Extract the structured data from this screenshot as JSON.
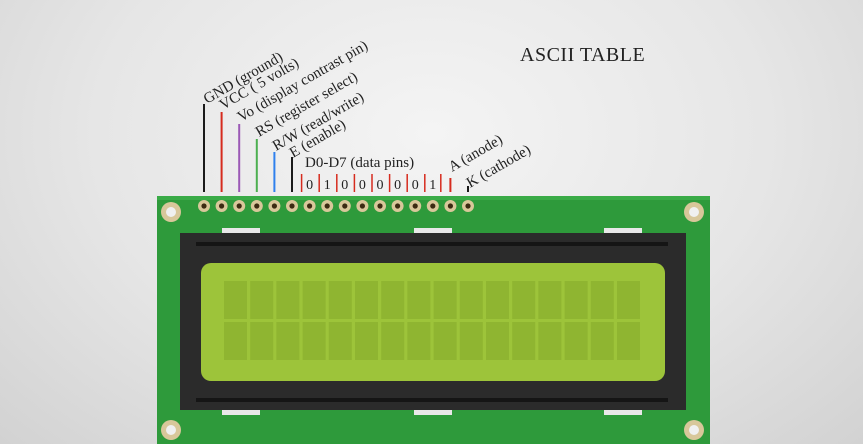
{
  "title": "ASCII TABLE",
  "pins": [
    {
      "label": "GND (ground)",
      "color": "#1a1a1a"
    },
    {
      "label": "VCC ( 5 volts)",
      "color": "#d62b1e"
    },
    {
      "label": "Vo (display contrast pin)",
      "color": "#9b59b6"
    },
    {
      "label": "RS (register select)",
      "color": "#4caf50"
    },
    {
      "label": "R/W (read/write)",
      "color": "#2f80ed"
    },
    {
      "label": "E (enable)",
      "color": "#1a1a1a"
    }
  ],
  "data_pins_label": "D0-D7 (data pins)",
  "data_bits": [
    "0",
    "1",
    "0",
    "0",
    "0",
    "0",
    "0",
    "1"
  ],
  "backlight_pins": [
    {
      "label": "A (anode)",
      "color": "#d62b1e"
    },
    {
      "label": "K (cathode)",
      "color": "#1a1a1a"
    }
  ],
  "colors": {
    "pcb": "#2e9a3b",
    "bezel": "#2b2b2b",
    "screen": "#9dc43a",
    "cell": "#8fb531",
    "bit_tick": "#d62b1e"
  }
}
